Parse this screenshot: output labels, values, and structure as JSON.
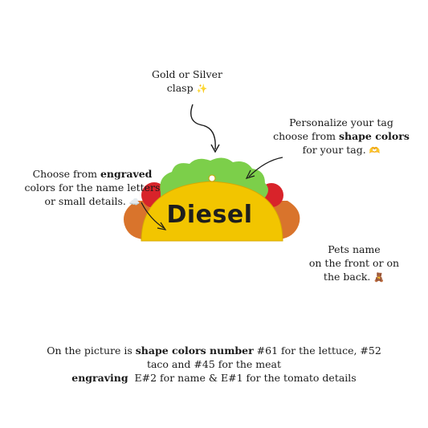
{
  "annotations": {
    "clasp": {
      "line1": "Gold or Silver",
      "line2": "clasp",
      "emoji": "✨"
    },
    "shape": {
      "line1": "Personalize your tag",
      "line2_pre": "choose from ",
      "line2_bold": "shape colors",
      "line3": "for your tag.",
      "emoji": "🫶"
    },
    "engraved": {
      "line1_pre": "Choose from ",
      "line1_bold": "engraved",
      "line2": "colors for the name letters",
      "line3": "or small details.",
      "emoji": "☁️"
    },
    "pets": {
      "line1": "Pets name",
      "line2": "on the front or on",
      "line3": "the back.",
      "emoji": "🧸"
    }
  },
  "tag": {
    "name": "Diesel"
  },
  "bottom": {
    "l1_pre": "On the picture is ",
    "l1_bold": "shape colors number",
    "l1_post": " #61 for the lettuce, #52",
    "l2": "taco and #45 for the meat",
    "l3_bold": "engraving",
    "l3_post": "  E#2 for name & E#1 for the tomato details"
  },
  "colors": {
    "lettuce": "#7ccf4a",
    "taco": "#f2c500",
    "meat": "#d9742c",
    "tomato": "#d8232a",
    "engraving": "#1e1e1e"
  }
}
